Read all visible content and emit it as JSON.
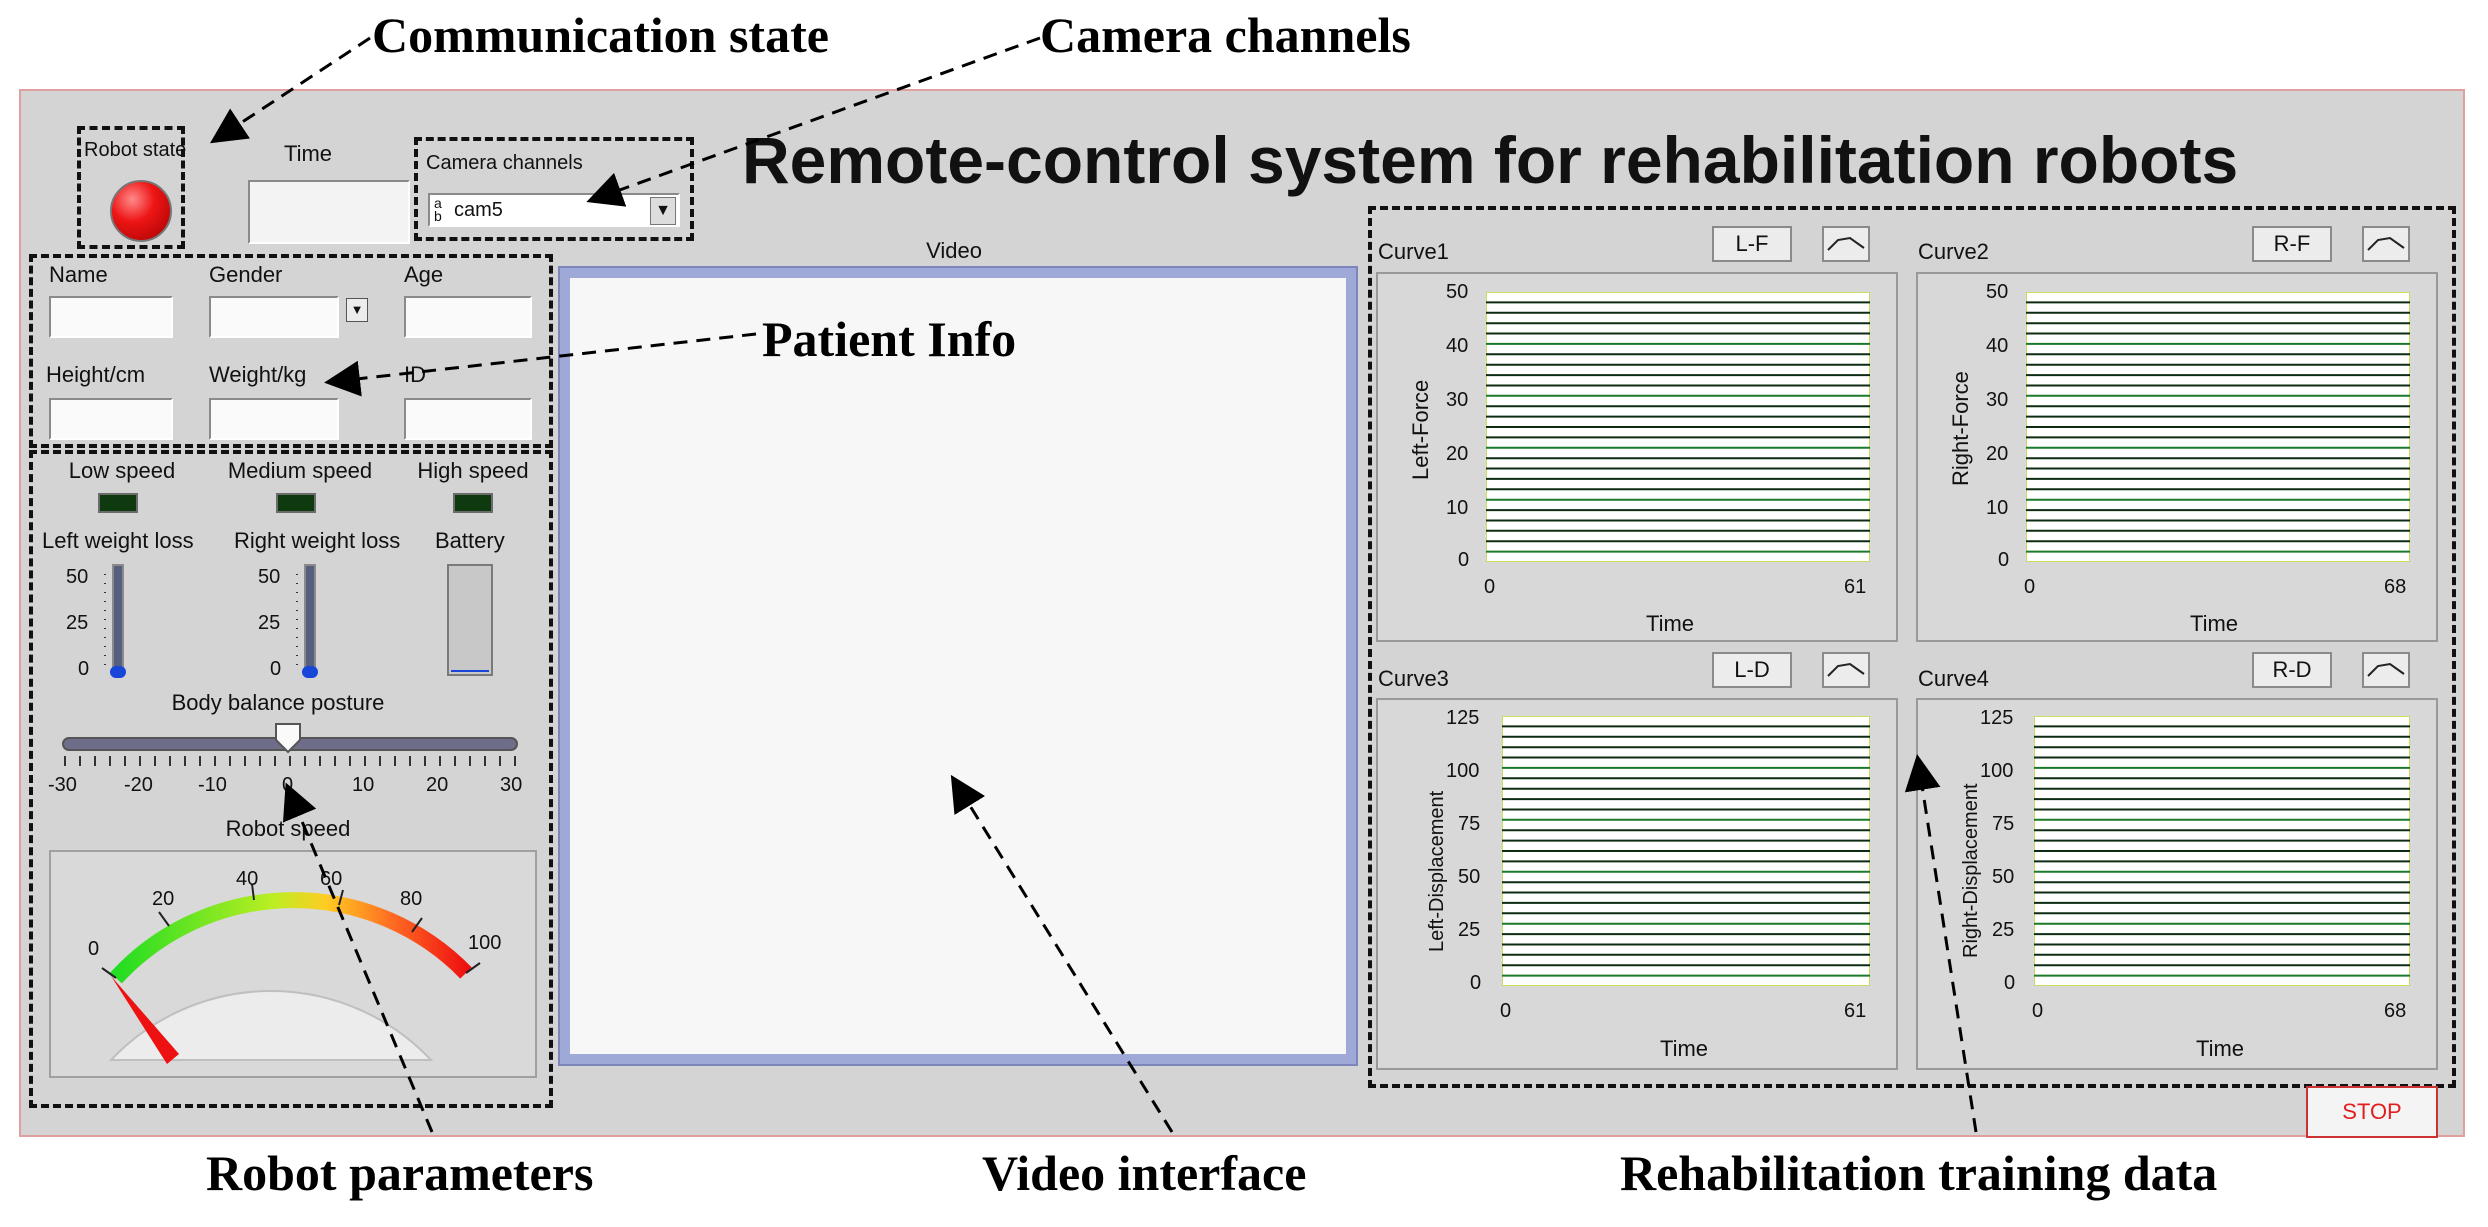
{
  "annotations": {
    "communication_state": "Communication state",
    "camera_channels": "Camera channels",
    "patient_info": "Patient Info",
    "robot_parameters": "Robot parameters",
    "video_interface": "Video interface",
    "rehab_training_data": "Rehabilitation training data"
  },
  "window": {
    "title": "Remote-control system for rehabilitation robots"
  },
  "status": {
    "robot_state_label": "Robot state",
    "time_label": "Time",
    "time_value": ""
  },
  "camera": {
    "label": "Camera channels",
    "selected": "cam5"
  },
  "video": {
    "label": "Video"
  },
  "patient": {
    "name_label": "Name",
    "gender_label": "Gender",
    "age_label": "Age",
    "height_label": "Height/cm",
    "weight_label": "Weight/kg",
    "id_label": "ID",
    "name_value": "",
    "gender_value": "",
    "age_value": "",
    "height_value": "",
    "weight_value": "",
    "id_value": ""
  },
  "robot": {
    "low_speed": "Low speed",
    "medium_speed": "Medium speed",
    "high_speed": "High speed",
    "left_weight_loss": "Left weight loss",
    "right_weight_loss": "Right weight loss",
    "battery": "Battery",
    "tank_ticks": [
      "50",
      "25",
      "0"
    ],
    "left_weight_loss_value": 0,
    "right_weight_loss_value": 0,
    "battery_level": 0,
    "balance_label": "Body balance posture",
    "balance_ticks": [
      "-30",
      "-20",
      "-10",
      "0",
      "10",
      "20",
      "30"
    ],
    "balance_value": 0,
    "speed_label": "Robot speed",
    "speed_ticks": [
      "0",
      "20",
      "40",
      "60",
      "80",
      "100"
    ],
    "speed_value": 0
  },
  "colors": {
    "led_red": "#e01010",
    "plot_bg": "#ffffff",
    "plot_line": "#0d2b12",
    "gauge_green": "#33cc22",
    "gauge_red": "#ee1111",
    "stop": "#e02020"
  },
  "charts": {
    "curve1": {
      "title": "Curve1",
      "button": "L-F",
      "ylabel": "Left-Force",
      "xlabel": "Time",
      "yticks": [
        "50",
        "40",
        "30",
        "20",
        "10",
        "0"
      ],
      "xticks": [
        "0",
        "61"
      ]
    },
    "curve2": {
      "title": "Curve2",
      "button": "R-F",
      "ylabel": "Right-Force",
      "xlabel": "Time",
      "yticks": [
        "50",
        "40",
        "30",
        "20",
        "10",
        "0"
      ],
      "xticks": [
        "0",
        "68"
      ]
    },
    "curve3": {
      "title": "Curve3",
      "button": "L-D",
      "ylabel": "Left-Displacement",
      "xlabel": "Time",
      "yticks": [
        "125",
        "100",
        "75",
        "50",
        "25",
        "0"
      ],
      "xticks": [
        "0",
        "61"
      ]
    },
    "curve4": {
      "title": "Curve4",
      "button": "R-D",
      "ylabel": "Right-Displacement",
      "xlabel": "Time",
      "yticks": [
        "125",
        "100",
        "75",
        "50",
        "25",
        "0"
      ],
      "xticks": [
        "0",
        "68"
      ]
    }
  },
  "stop_button": "STOP"
}
